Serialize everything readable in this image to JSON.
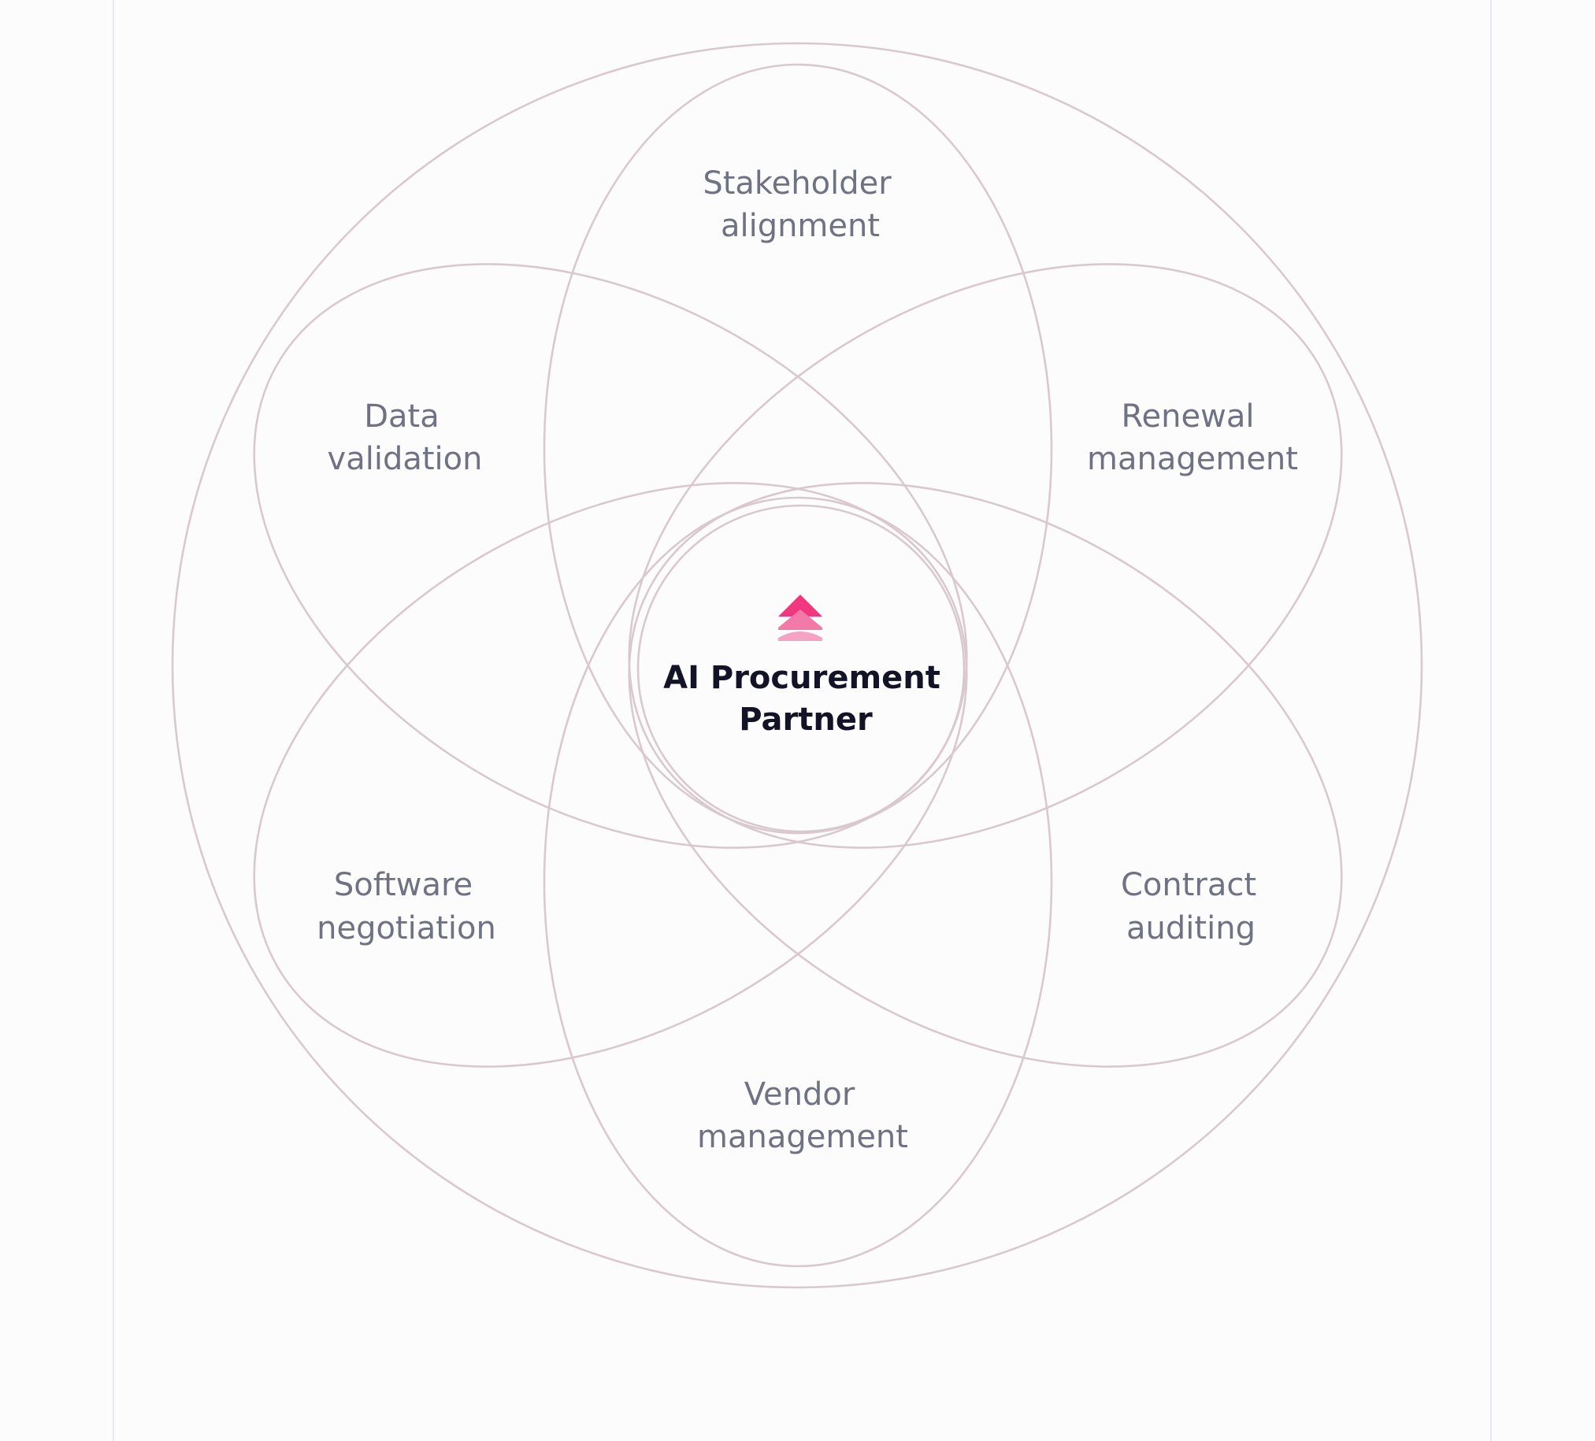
{
  "center": {
    "title_line1": "AI Procurement",
    "title_line2": "Partner"
  },
  "capabilities": [
    {
      "id": "stakeholder",
      "line1": "Stakeholder",
      "line2": "alignment"
    },
    {
      "id": "renewal",
      "line1": "Renewal",
      "line2": "management"
    },
    {
      "id": "contract",
      "line1": "Contract",
      "line2": "auditing"
    },
    {
      "id": "vendor",
      "line1": "Vendor",
      "line2": "management"
    },
    {
      "id": "software",
      "line1": "Software",
      "line2": "negotiation"
    },
    {
      "id": "data",
      "line1": "Data",
      "line2": "validation"
    }
  ],
  "colors": {
    "ring_stroke": "#d9c9cf",
    "label_text": "#6f7283",
    "center_text": "#121327",
    "logo_primary": "#f0377f",
    "logo_secondary": "#f5a3c3"
  },
  "logo_icon": "stacked-chevron-up-icon"
}
